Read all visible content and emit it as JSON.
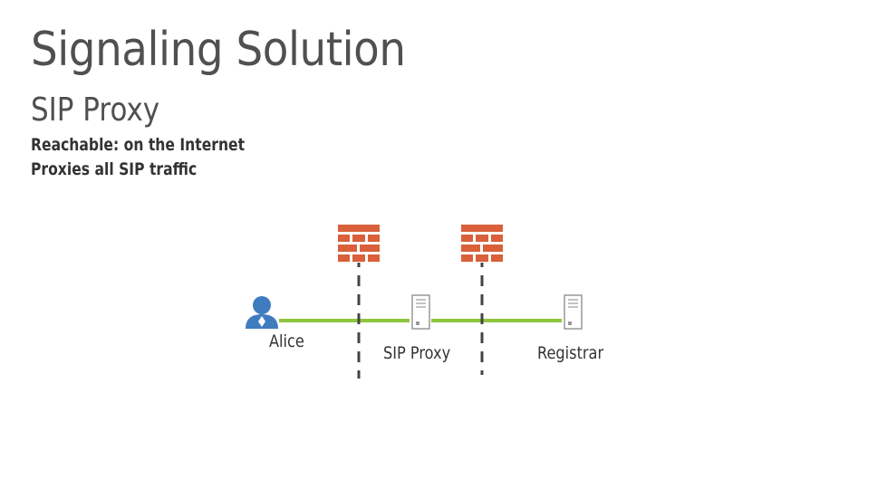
{
  "slide": {
    "title": "Signaling Solution",
    "subtitle": "SIP Proxy",
    "bullets": [
      "Reachable: on the Internet",
      "Proxies all SIP traffic"
    ]
  },
  "diagram": {
    "nodes": [
      {
        "label": "Alice",
        "icon": "user-icon"
      },
      {
        "label": "SIP Proxy",
        "icon": "server-icon"
      },
      {
        "label": "Registrar",
        "icon": "server-icon"
      }
    ],
    "firewalls": [
      {
        "icon": "firewall-icon"
      },
      {
        "icon": "firewall-icon"
      }
    ],
    "colors": {
      "link": "#8dc63f",
      "firewall": "#d9603b",
      "user": "#3f7cbf",
      "boundary": "#444444",
      "server": "#999999"
    }
  }
}
